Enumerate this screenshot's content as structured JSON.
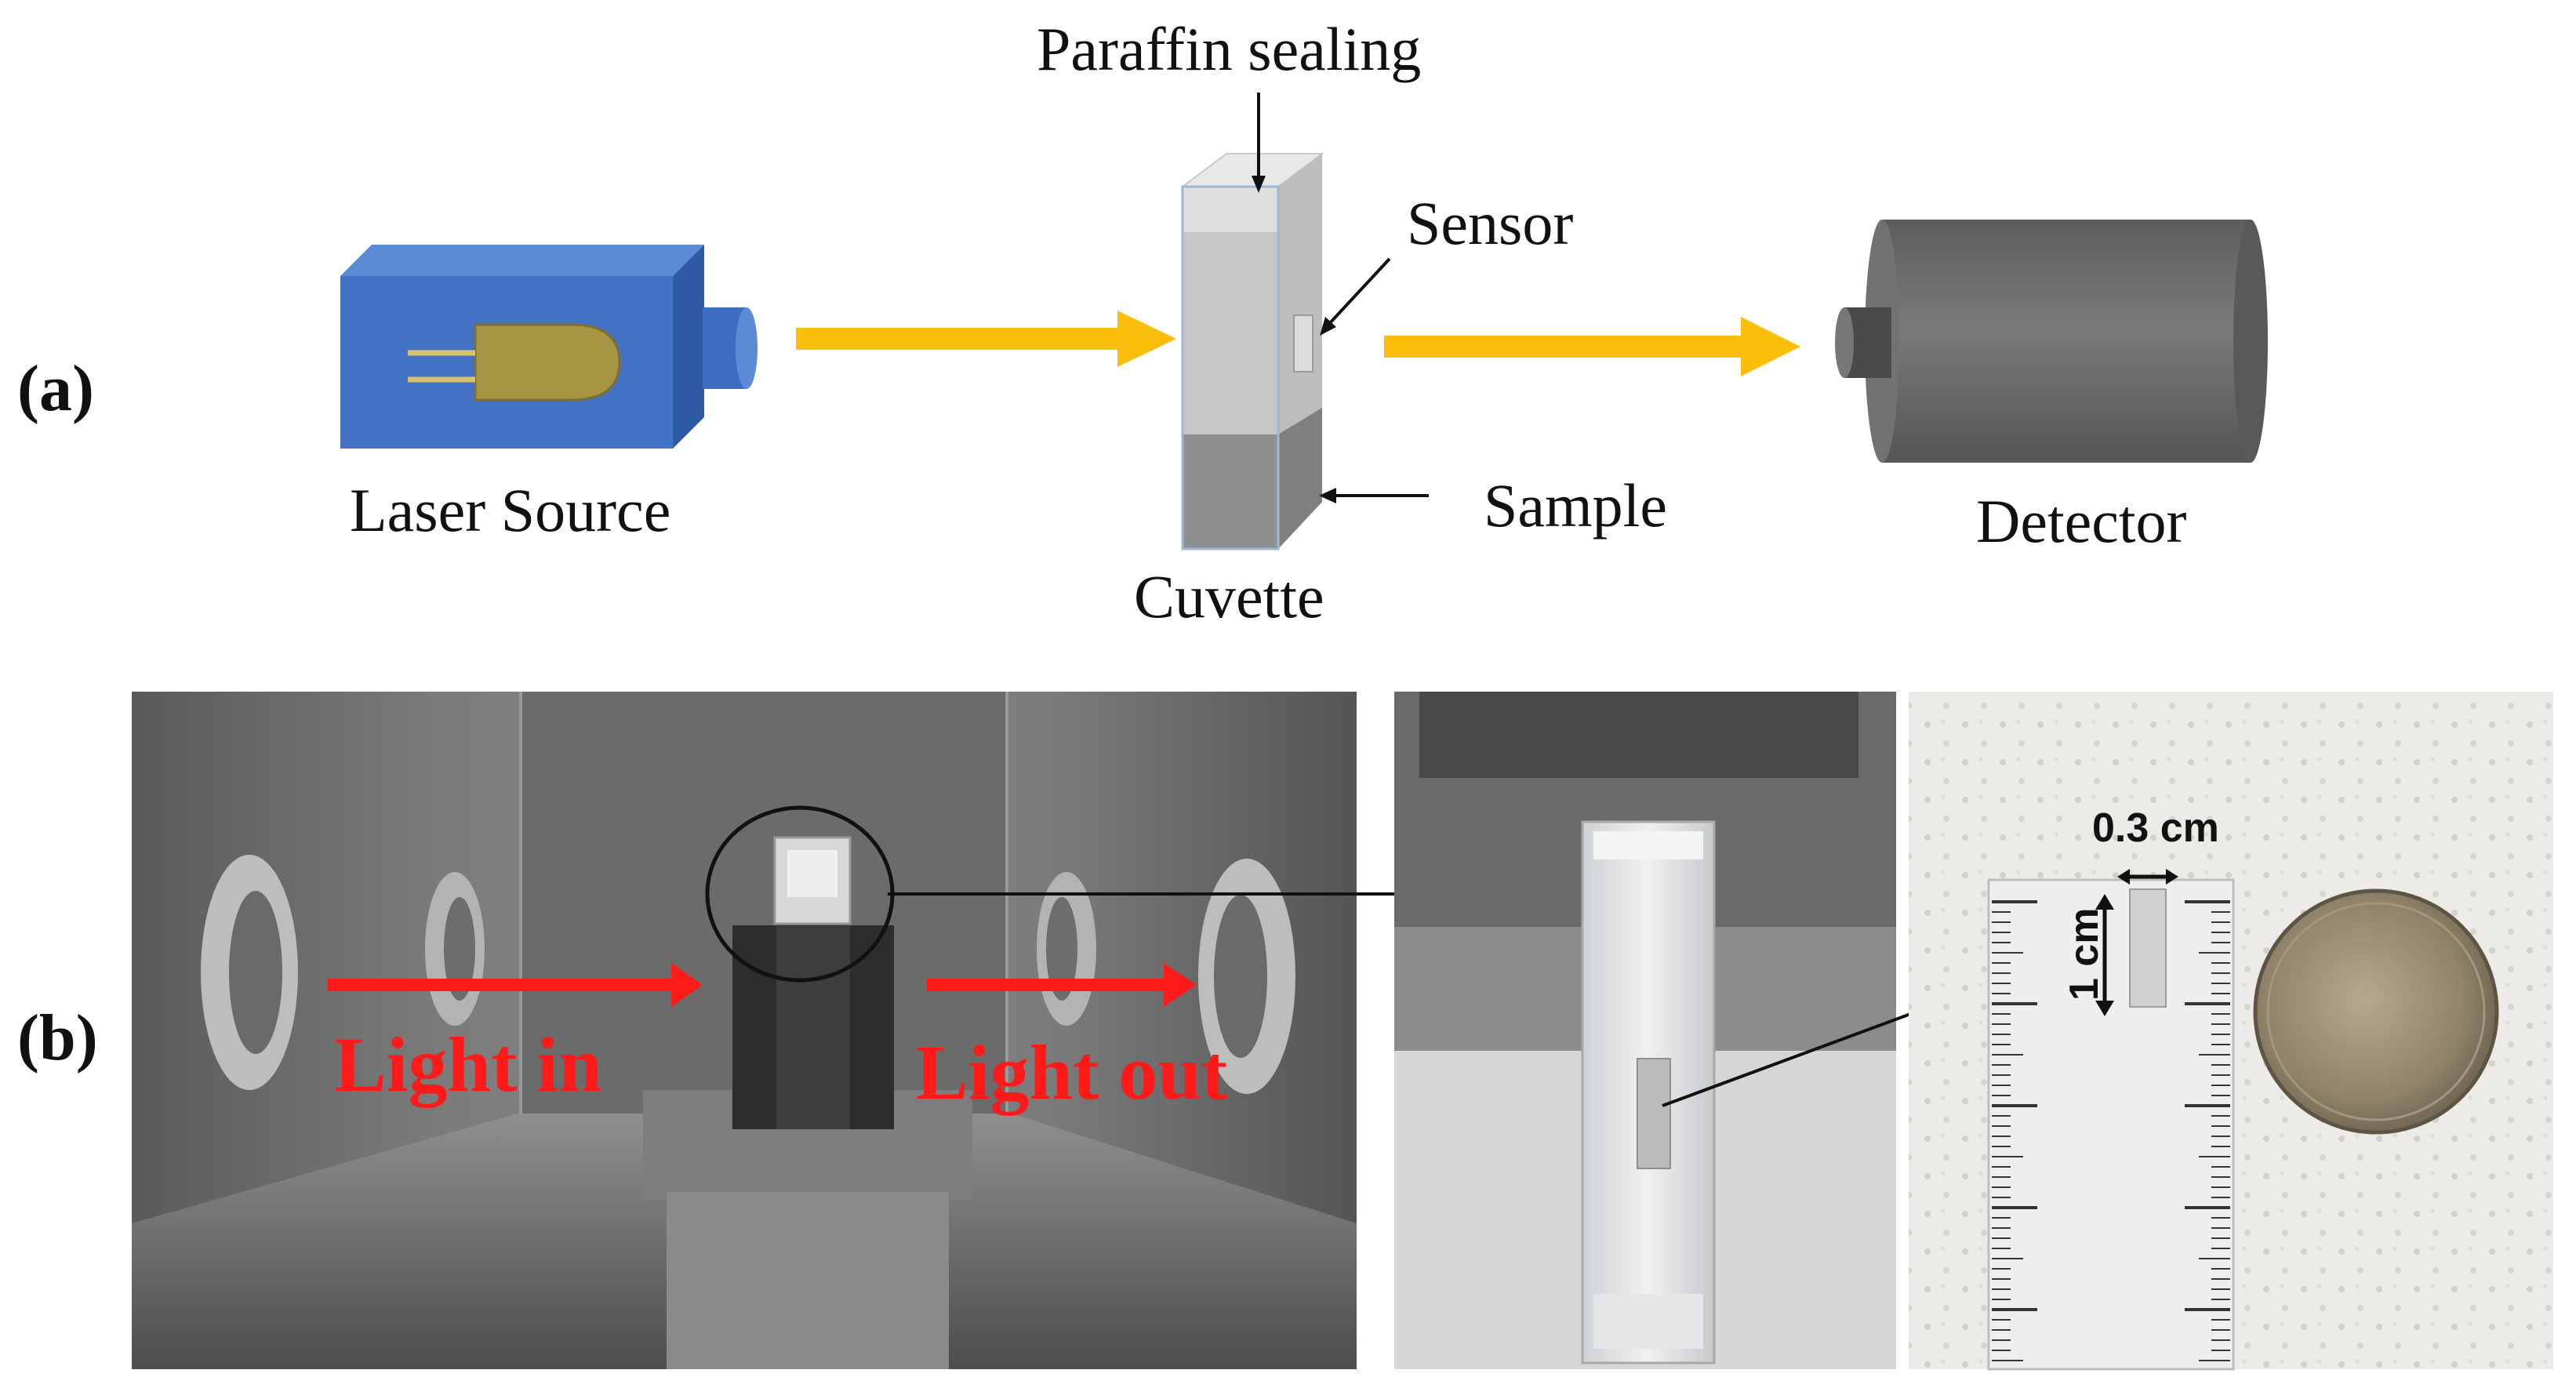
{
  "panels": {
    "a": {
      "tag": "(a)"
    },
    "b": {
      "tag": "(b)"
    }
  },
  "schematic": {
    "paraffin_label": "Paraffin sealing",
    "sensor_label": "Sensor",
    "laser_label": "Laser Source",
    "sample_label": "Sample",
    "cuvette_label": "Cuvette",
    "detector_label": "Detector",
    "beam_color": "#fbbf0b",
    "laser_color": "#4472c4",
    "diode_color": "#a89544",
    "detector_color": "#6e6e6e"
  },
  "photos": {
    "light_in": "Light in",
    "light_out": "Light out",
    "arrow_color": "#ff1a1a",
    "ruler_width": "0.3 cm",
    "ruler_height": "1 cm"
  }
}
